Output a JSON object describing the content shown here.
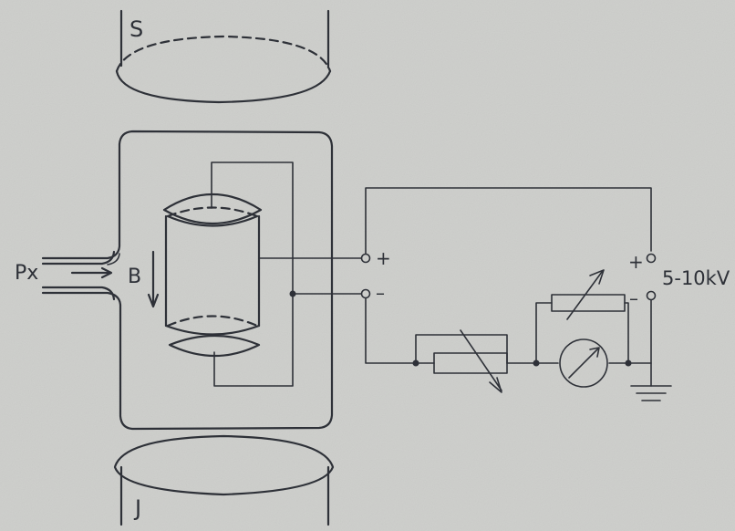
{
  "labels": {
    "top_pole": "S",
    "bottom_pole": "J",
    "pressure_inlet": "Px",
    "field": "B",
    "electrode_plus": "+",
    "electrode_minus": "–",
    "supply_plus": "+",
    "supply_minus": "–",
    "supply_voltage": "5-10kV"
  },
  "colors": {
    "ink": "#2e3138",
    "paper": "#cdcecb"
  }
}
